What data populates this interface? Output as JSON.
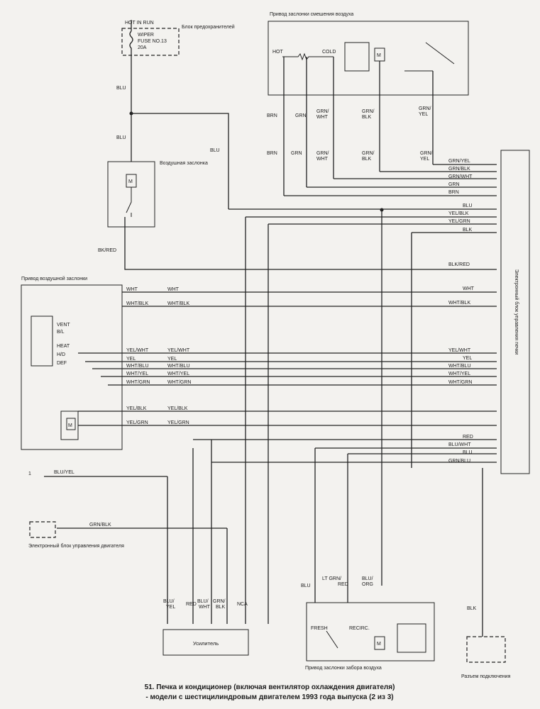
{
  "components": {
    "fuse_box": {
      "label": "Блок предохранителей",
      "line1": "HOT IN RUN",
      "line2": "WIPER",
      "line3": "FUSE NO.13",
      "line4": "20A"
    },
    "mix_actuator": {
      "label": "Привод заслонки смешения воздуха",
      "hot": "HOT",
      "cold": "COLD"
    },
    "air_damper": {
      "label": "Воздушная заслонка"
    },
    "mode_actuator": {
      "label": "Привод воздушной заслонки",
      "modes": [
        "VENT",
        "B/L",
        "HEAT",
        "H/D",
        "DEF"
      ]
    },
    "ecu_climate": {
      "label": "Электронный блок управления печки"
    },
    "ecu_engine": {
      "label": "Электронный блок управления двигателя"
    },
    "amplifier": {
      "label": "Усилитель"
    },
    "intake_actuator": {
      "label": "Привод заслонки забора воздуха",
      "fresh": "FRESH",
      "recirc": "RECIRC."
    },
    "connector": {
      "label": "Разъем подключения"
    }
  },
  "wires": {
    "blu": "BLU",
    "bk_red": "BK/RED",
    "mix_top": [
      "BRN",
      "GRN",
      "GRN/\nWHT",
      "GRN/\nBLK",
      "GRN/\nYEL"
    ],
    "mix_bottom": [
      "BRN",
      "GRN",
      "GRN/\nWHT",
      "GRN/\nBLK",
      "GRN/\nYEL"
    ],
    "ecu_top": [
      "GRN/YEL",
      "GRN/BLK",
      "GRN/WHT",
      "GRN",
      "BRN"
    ],
    "ecu_mid": [
      "BLU",
      "YEL/BLK",
      "YEL/GRN",
      "BLK"
    ],
    "blk_red": "BLK/RED",
    "mode_left": [
      "WHT",
      "WHT/BLK",
      "YEL/WHT",
      "YEL",
      "WHT/BLU",
      "WHT/YEL",
      "WHT/GRN",
      "YEL/BLK",
      "YEL/GRN"
    ],
    "ecu_lower": [
      "RED",
      "BLU/WHT",
      "BLU",
      "GRN/BLU"
    ],
    "blu_yel": "BLU/YEL",
    "grn_blk": "GRN/BLK",
    "amp_pins": [
      "BLU/\nYEL",
      "RED",
      "BLU/\nWHT",
      "GRN/\nBLK",
      "NCA"
    ],
    "intake_pins": [
      "BLU",
      "LT GRN/\nRED",
      "BLU/\nORG"
    ],
    "blk": "BLK"
  },
  "caption": {
    "line1": "51. Печка и кондиционер (включая вентилятор охлаждения двигателя)",
    "line2": "- модели с шестицилиндровым двигателем 1993 года выпуска (2 из 3)"
  }
}
